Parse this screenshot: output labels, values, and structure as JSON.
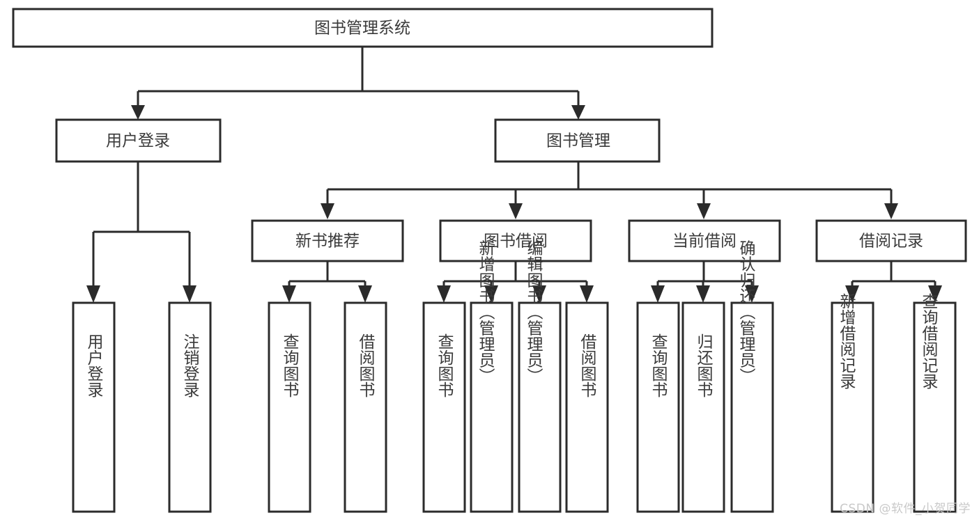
{
  "diagram": {
    "type": "tree-hierarchy-chart",
    "title": "图书管理系统",
    "watermark": "CSDN @软件_小贺同学",
    "levels": {
      "root": {
        "id": "root",
        "label": "图书管理系统"
      },
      "level2": [
        {
          "id": "user-login",
          "label": "用户登录"
        },
        {
          "id": "book-management",
          "label": "图书管理"
        }
      ],
      "level3": [
        {
          "id": "new-book-recommend",
          "label": "新书推荐"
        },
        {
          "id": "book-borrow",
          "label": "图书借阅"
        },
        {
          "id": "current-borrow",
          "label": "当前借阅"
        },
        {
          "id": "borrow-record",
          "label": "借阅记录"
        }
      ],
      "level4": {
        "user_login": [
          {
            "id": "leaf-user-login",
            "label": "用户登录"
          },
          {
            "id": "leaf-user-logout",
            "label": "注销登录"
          }
        ],
        "new_book_recommend": [
          {
            "id": "leaf-query-book-1",
            "label": "查询图书"
          },
          {
            "id": "leaf-borrow-book-1",
            "label": "借阅图书"
          }
        ],
        "book_borrow": [
          {
            "id": "leaf-query-book-2",
            "label": "查询图书"
          },
          {
            "id": "leaf-add-book",
            "label": "新增图书（管理员）"
          },
          {
            "id": "leaf-edit-book",
            "label": "编辑图书（管理员）"
          },
          {
            "id": "leaf-borrow-book-2",
            "label": "借阅图书"
          }
        ],
        "current_borrow": [
          {
            "id": "leaf-query-book-3",
            "label": "查询图书"
          },
          {
            "id": "leaf-return-book",
            "label": "归还图书"
          },
          {
            "id": "leaf-confirm-return",
            "label": "确认归还（管理员）"
          }
        ],
        "borrow_record": [
          {
            "id": "leaf-add-record",
            "label": "新增借阅记录"
          },
          {
            "id": "leaf-query-record",
            "label": "查询借阅记录"
          }
        ]
      }
    },
    "colors": {
      "stroke": "#2b2b2b",
      "fill": "#ffffff",
      "text": "#3a3a3a",
      "watermark": "#c9c9c9"
    }
  }
}
